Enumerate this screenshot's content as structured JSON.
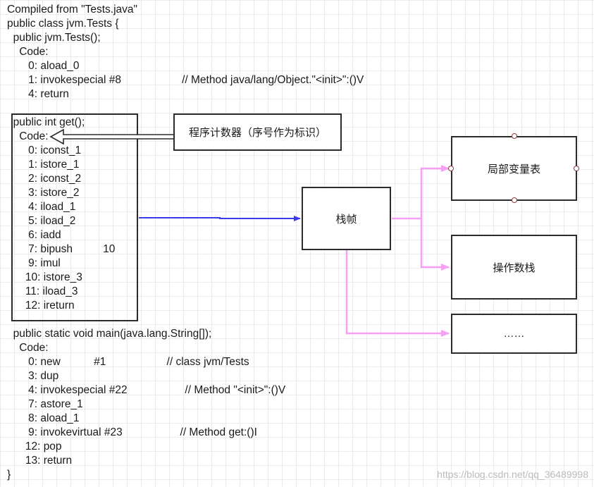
{
  "code_lines": [
    {
      "text": "Compiled from \"Tests.java\""
    },
    {
      "text": "public class jvm.Tests {"
    },
    {
      "text": "  public jvm.Tests();"
    },
    {
      "text": "    Code:"
    },
    {
      "text": "       0: aload_0"
    },
    {
      "text": "       1: invokespecial #8                    // Method java/lang/Object.\"<init>\":()V"
    },
    {
      "text": "       4: return"
    },
    {
      "text": ""
    },
    {
      "text": "  public int get();"
    },
    {
      "text": "    Code:"
    },
    {
      "text": "       0: iconst_1"
    },
    {
      "text": "       1: istore_1"
    },
    {
      "text": "       2: iconst_2"
    },
    {
      "text": "       3: istore_2"
    },
    {
      "text": "       4: iload_1"
    },
    {
      "text": "       5: iload_2"
    },
    {
      "text": "       6: iadd"
    },
    {
      "text": "       7: bipush          10"
    },
    {
      "text": "       9: imul"
    },
    {
      "text": "      10: istore_3"
    },
    {
      "text": "      11: iload_3"
    },
    {
      "text": "      12: ireturn"
    },
    {
      "text": ""
    },
    {
      "text": "  public static void main(java.lang.String[]);"
    },
    {
      "text": "    Code:"
    },
    {
      "text": "       0: new           #1                    // class jvm/Tests"
    },
    {
      "text": "       3: dup"
    },
    {
      "text": "       4: invokespecial #22                   // Method \"<init>\":()V"
    },
    {
      "text": "       7: astore_1"
    },
    {
      "text": "       8: aload_1"
    },
    {
      "text": "       9: invokevirtual #23                   // Method get:()I"
    },
    {
      "text": "      12: pop"
    },
    {
      "text": "      13: return"
    },
    {
      "text": "}"
    }
  ],
  "boxes": {
    "pc": "程序计数器（序号作为标识）",
    "frame": "栈帧",
    "locals": "局部变量表",
    "operand_stack": "操作数栈",
    "more": "……"
  },
  "colors": {
    "blue_arrow": "#3a3af0",
    "pink_arrow": "#f6a0f6",
    "outline": "#2b2b2b"
  },
  "watermark": "https://blog.csdn.net/qq_36489998"
}
